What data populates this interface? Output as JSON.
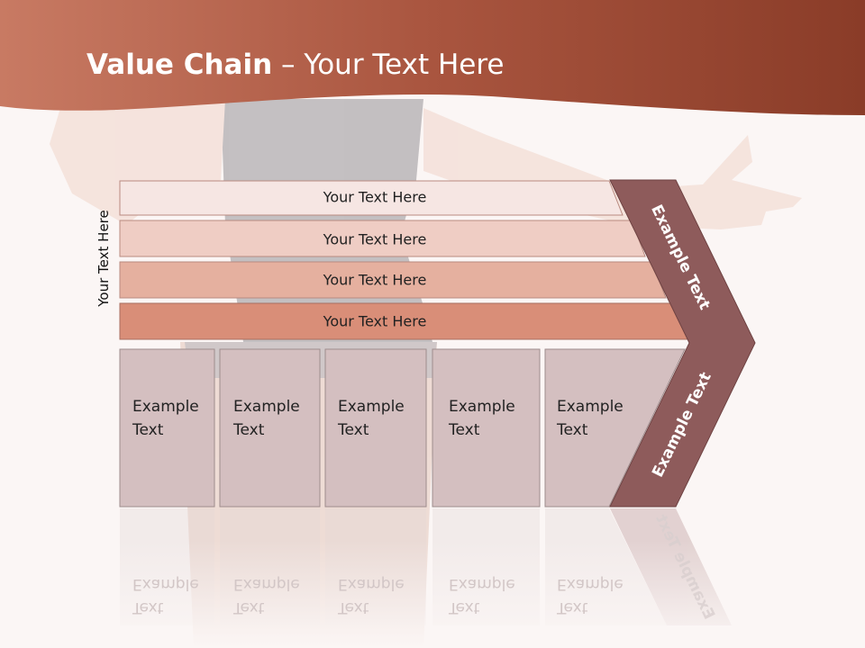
{
  "title": {
    "bold": "Value Chain",
    "rest": " – Your Text Here"
  },
  "vertical_label": "Your Text Here",
  "rows": [
    "Your Text Here",
    "Your Text Here",
    "Your Text Here",
    "Your Text Here"
  ],
  "columns": [
    {
      "line1": "Example",
      "line2": "Text"
    },
    {
      "line1": "Example",
      "line2": "Text"
    },
    {
      "line1": "Example",
      "line2": "Text"
    },
    {
      "line1": "Example",
      "line2": "Text"
    },
    {
      "line1": "Example",
      "line2": "Text"
    }
  ],
  "chevron": {
    "upper": "Example Text",
    "lower": "Example Text"
  },
  "colors": {
    "header": "#b8583f",
    "row1": "#f6e6e3",
    "row2": "#efcdc4",
    "row3": "#e5b09f",
    "row4": "#d98e78",
    "columns": "#d4bfc0",
    "chevron": "#8e5b5b"
  }
}
